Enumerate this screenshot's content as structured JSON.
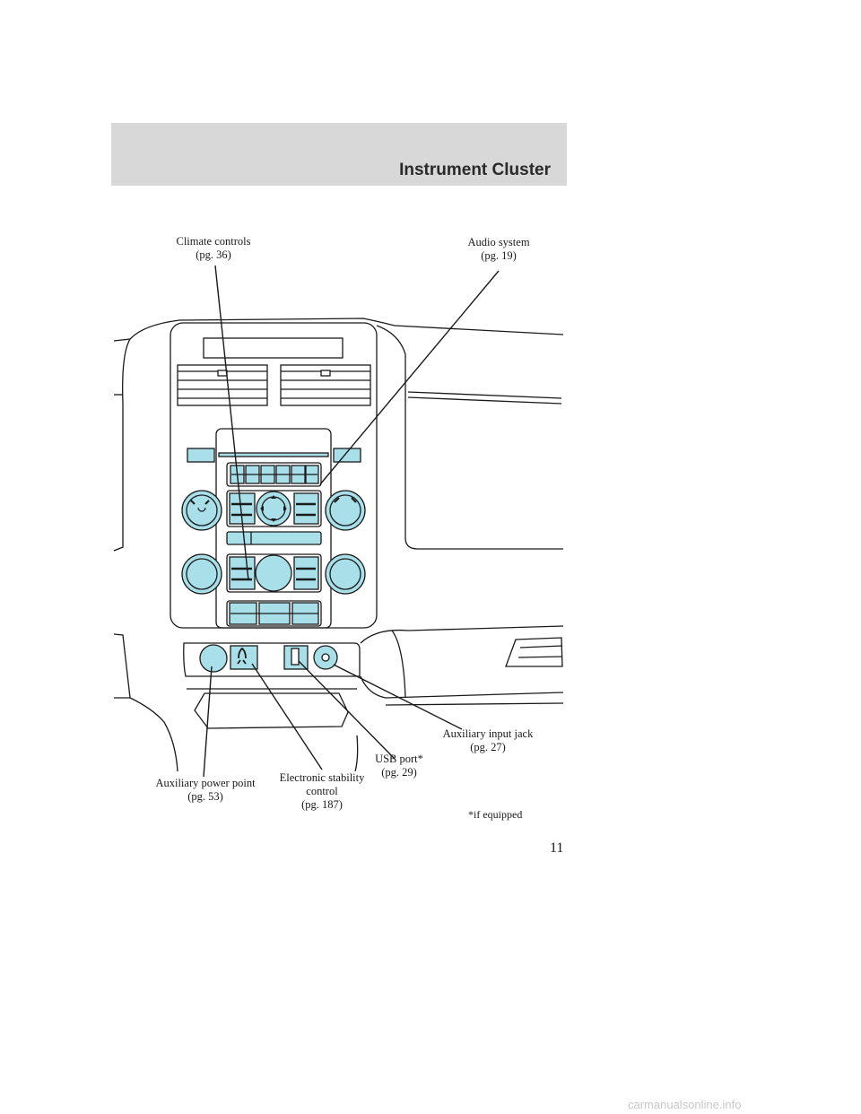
{
  "header": {
    "section_title": "Instrument Cluster"
  },
  "callouts": {
    "climate": {
      "line1": "Climate controls",
      "line2": "(pg. 36)"
    },
    "audio": {
      "line1": "Audio system",
      "line2": "(pg. 19)"
    },
    "aux_power": {
      "line1": "Auxiliary power point",
      "line2": "(pg. 53)"
    },
    "esc": {
      "line1": "Electronic stability",
      "line2": "control",
      "line3": "(pg. 187)"
    },
    "usb": {
      "line1": "USB port*",
      "line2": "(pg. 29)"
    },
    "aux_input": {
      "line1": "Auxiliary input jack",
      "line2": "(pg. 27)"
    }
  },
  "footnote": "*if equipped",
  "page_number": "11",
  "watermark": "carmanualsonline.info",
  "colors": {
    "control_fill": "#a8dfe9",
    "header_band": "#d8d8d8",
    "line": "#1a1a1a"
  }
}
